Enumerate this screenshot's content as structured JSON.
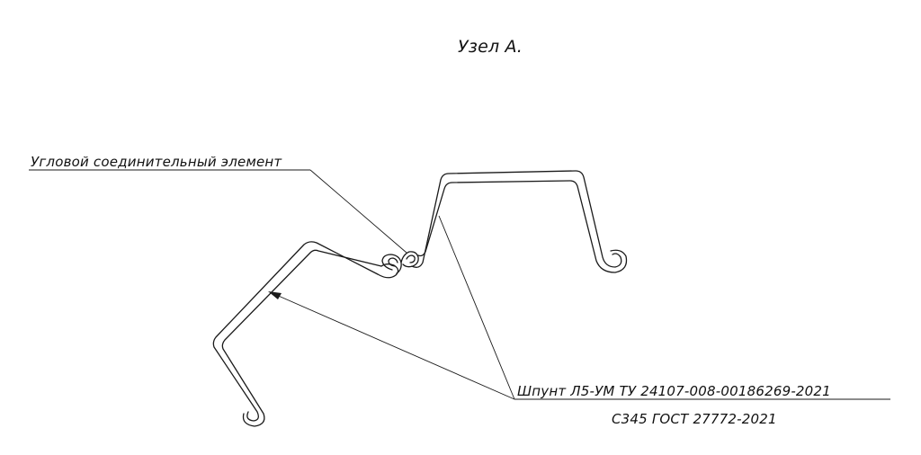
{
  "title": "Узел А.",
  "callouts": {
    "corner_connector": "Угловой соединительный элемент",
    "sheet_pile_line1": "Шпунт Л5-УМ ТУ 24107-008-00186269-2021",
    "sheet_pile_line2": "С345 ГОСТ 27772-2021"
  },
  "colors": {
    "line": "#1a1a1a",
    "background": "#ffffff"
  }
}
